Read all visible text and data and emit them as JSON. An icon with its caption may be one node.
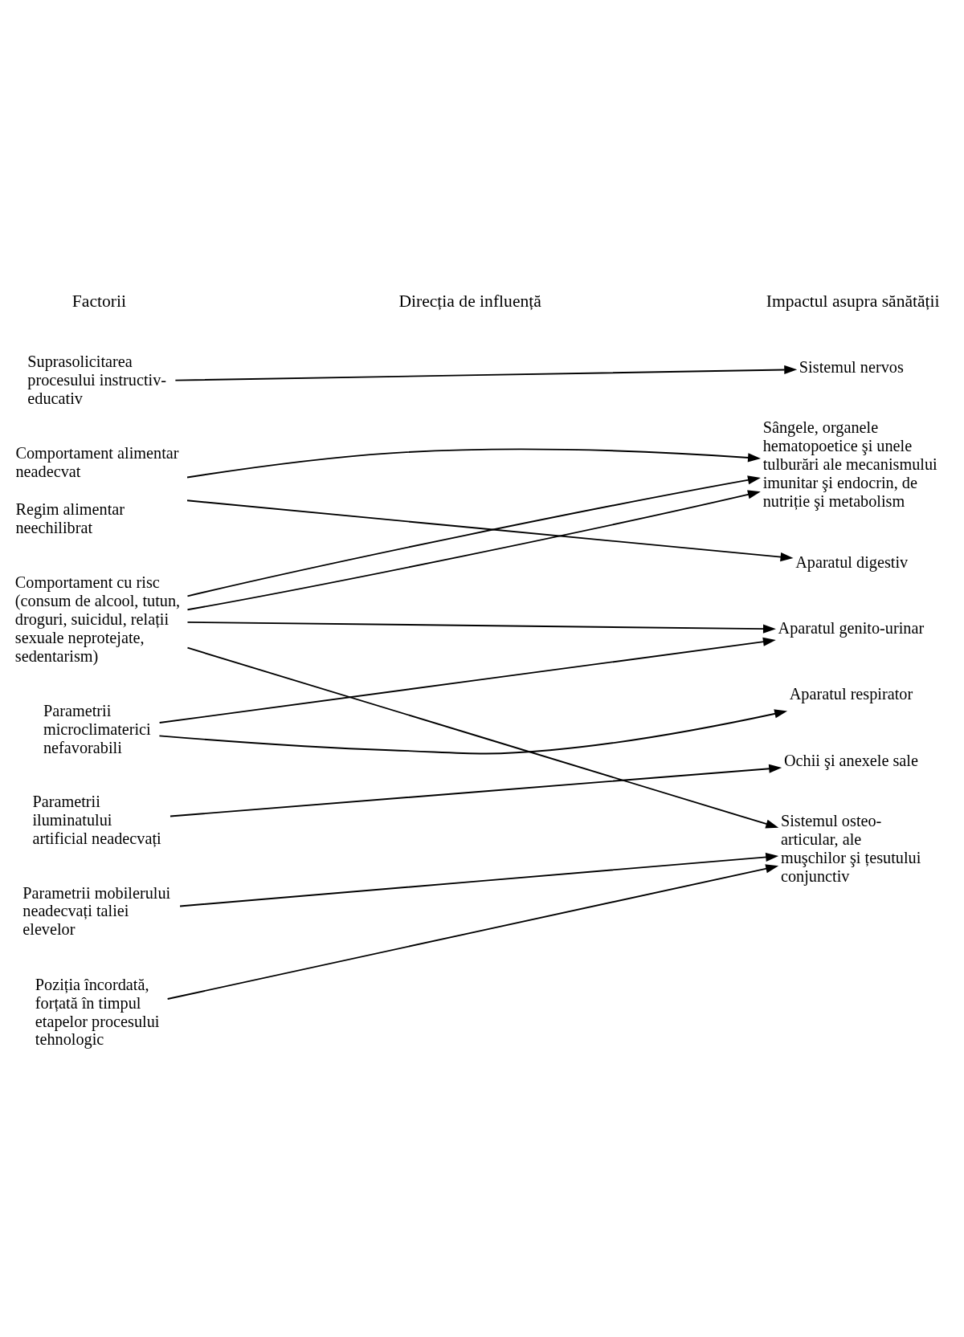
{
  "diagram": {
    "nodes": [
      {
        "text": [
          "Suprasolicitarea procesului instructiv-educativ"
        ]
      },
      {
        "text": [
          "Comportament alimentar neadecvat",
          "Regim alimentar neechilibrat"
        ]
      },
      {
        "text": [
          "Comportament cu risc (consum de alcool, tutun, droguri, suicidul, relații sexuale neprotejate, sedentarism)"
        ]
      },
      {
        "text": [
          "Parametrii microclimaterici nefavorabili"
        ]
      },
      {
        "text": [
          "Parametrii iluminatului artificial neadecvați"
        ]
      },
      {
        "text": [
          "Parametrii mobilerului neadecvați taliei elevelor"
        ]
      },
      {
        "text": [
          "Poziția încordată, forțată în timpul etapelor procesului tehnologic"
        ]
      },
      {
        "text": [
          "Sistemul nervos"
        ]
      },
      {
        "text": [
          "Sângele, organele hematopoetice şi unele tulburări ale mecanismului imunitar şi endocrin, de nutriție şi metabolism"
        ]
      },
      {
        "text": [
          "Aparatul digestiv"
        ]
      },
      {
        "text": [
          "Aparatul genito-urinar"
        ]
      },
      {
        "text": [
          "Aparatul respirator"
        ]
      },
      {
        "text": [
          "Ochii şi anexele sale"
        ]
      },
      {
        "text": [
          "Sistemul osteo-articular, ale muşchilor şi țesutului conjunctiv"
        ]
      }
    ],
    "edges": [
      {
        "from": 0,
        "to": 7,
        "arrow": "to"
      },
      {
        "from": 1,
        "to": 8,
        "arrow": "to"
      },
      {
        "from": 1,
        "to": 9,
        "arrow": "to"
      },
      {
        "from": 2,
        "to": 8,
        "arrow": "to"
      },
      {
        "from": 2,
        "to": 8,
        "arrow": "to"
      },
      {
        "from": 2,
        "to": 10,
        "arrow": "to"
      },
      {
        "from": 2,
        "to": 13,
        "arrow": "to"
      },
      {
        "from": 3,
        "to": 10,
        "arrow": "to"
      },
      {
        "from": 3,
        "to": 11,
        "arrow": "to"
      },
      {
        "from": 4,
        "to": 12,
        "arrow": "to"
      },
      {
        "from": 5,
        "to": 13,
        "arrow": "to"
      },
      {
        "from": 6,
        "to": 13,
        "arrow": "to"
      }
    ],
    "labels": [
      "Factorii",
      "Direcția de influență",
      "Impactul asupra sănătății"
    ]
  }
}
